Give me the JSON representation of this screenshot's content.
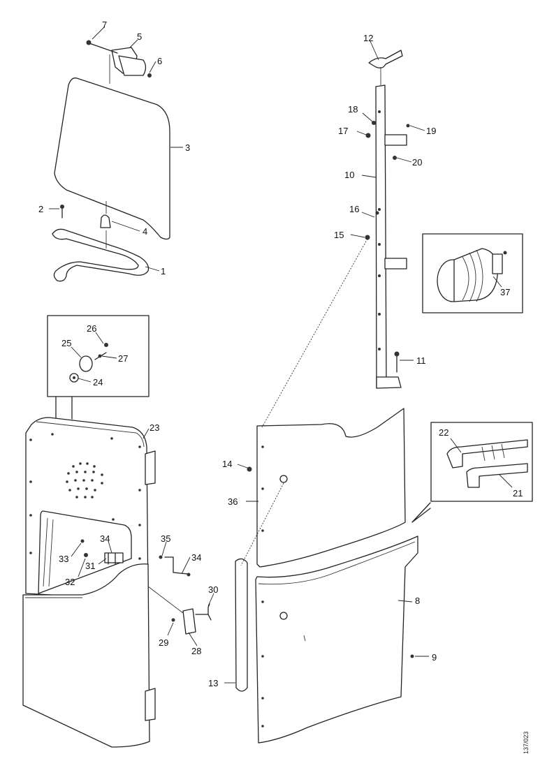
{
  "callouts": {
    "c1": "1",
    "c2": "2",
    "c3": "3",
    "c4": "4",
    "c5": "5",
    "c6": "6",
    "c7": "7",
    "c8": "8",
    "c9": "9",
    "c10": "10",
    "c11": "11",
    "c12": "12",
    "c13": "13",
    "c14": "14",
    "c15": "15",
    "c16": "16",
    "c17": "17",
    "c18": "18",
    "c19": "19",
    "c20": "20",
    "c21": "21",
    "c22": "22",
    "c23": "23",
    "c24": "24",
    "c25": "25",
    "c26": "26",
    "c27": "27",
    "c28": "28",
    "c29": "29",
    "c30": "30",
    "c31": "31",
    "c32": "32",
    "c33": "33",
    "c34a": "34",
    "c34b": "34",
    "c35": "35",
    "c36": "36",
    "c37": "37"
  },
  "document_id": "137/023"
}
